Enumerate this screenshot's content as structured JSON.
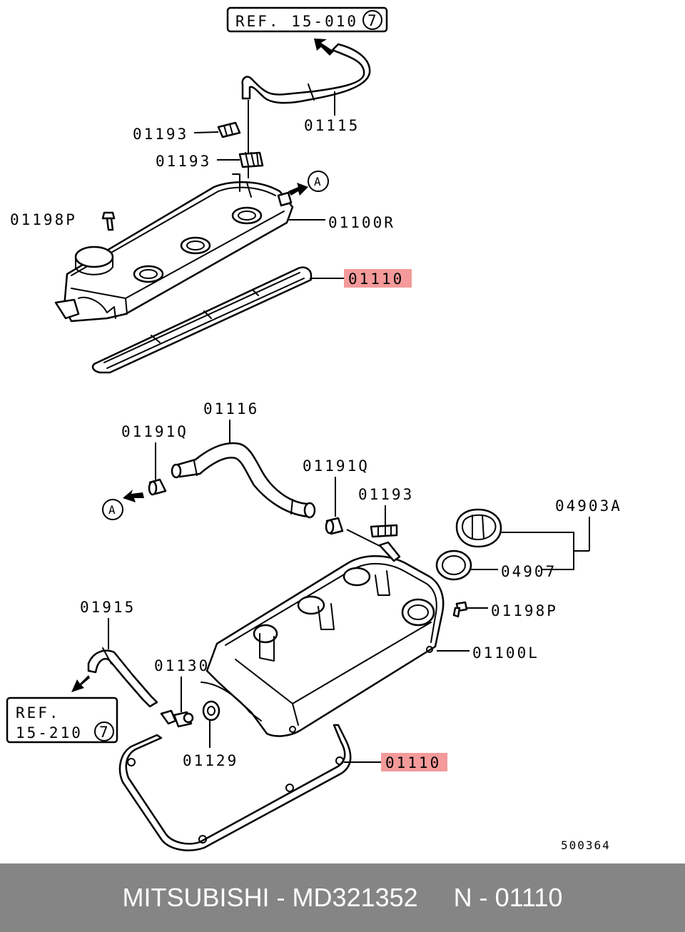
{
  "diagram": {
    "references": {
      "top": {
        "text": "REF. 15-010",
        "circled": "7"
      },
      "left": {
        "line1": "REF.",
        "line2": "15-210",
        "circled": "7"
      }
    },
    "connector_marker": "A",
    "labels": {
      "hose_upper": "01115",
      "clip_a": "01193",
      "clip_b": "01193",
      "bolt_upper": "01198P",
      "cover_right": "01100R",
      "gasket_upper": "01110",
      "hose_lower": "01116",
      "grommet_left": "01191Q",
      "grommet_right": "01191Q",
      "clip_lower": "01193",
      "cap": "04903A",
      "cap_seal": "04907",
      "bolt_lower": "01198P",
      "cover_left": "01100L",
      "hose_left": "01915",
      "valve": "01130",
      "valve_grommet": "01129",
      "gasket_lower": "01110"
    },
    "highlight_color": "#f49a9a",
    "diagram_code": "500364"
  },
  "footer": {
    "text": "MITSUBISHI - MD321352     N - 01110",
    "background": "#858585"
  }
}
